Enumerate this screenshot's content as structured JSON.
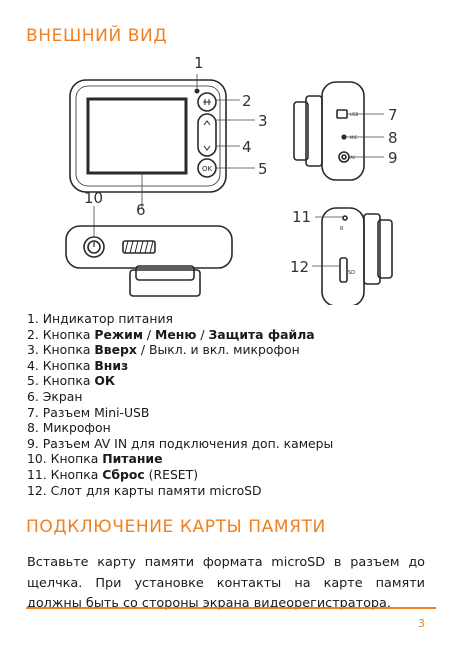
{
  "section1": {
    "title": "ВНЕШНИЙ ВИД"
  },
  "callouts": [
    "1",
    "2",
    "3",
    "4",
    "5",
    "6",
    "7",
    "8",
    "9",
    "10",
    "11",
    "12"
  ],
  "device": {
    "ok_label": "OK",
    "usb_label": "USB",
    "mic_label": "MIC",
    "av_label": "AV",
    "reset_label": "R",
    "sd_label": "SD"
  },
  "legend": [
    {
      "pre": "1. Индикатор питания",
      "bold": "",
      "post": ""
    },
    {
      "pre": "2. Кнопка ",
      "bold": "Режим",
      "post": " / ",
      "bold2": "Меню",
      "post2": " / ",
      "bold3": "Защита файла",
      "post3": ""
    },
    {
      "pre": "3. Кнопка ",
      "bold": "Вверх",
      "post": " / Выкл. и вкл. микрофон"
    },
    {
      "pre": "4. Кнопка ",
      "bold": "Вниз",
      "post": ""
    },
    {
      "pre": "5. Кнопка ",
      "bold": "ОК",
      "post": ""
    },
    {
      "pre": "6. Экран",
      "bold": "",
      "post": ""
    },
    {
      "pre": "7. Разъем Mini-USB",
      "bold": "",
      "post": ""
    },
    {
      "pre": "8. Микрофон",
      "bold": "",
      "post": ""
    },
    {
      "pre": "9. Разъем AV IN для подключения доп. камеры",
      "bold": "",
      "post": ""
    },
    {
      "pre": "10. Кнопка ",
      "bold": "Питание",
      "post": ""
    },
    {
      "pre": "11. Кнопка ",
      "bold": "Сброс",
      "post": " (RESET)"
    },
    {
      "pre": "12. Слот для карты памяти microSD",
      "bold": "",
      "post": ""
    }
  ],
  "section2": {
    "title": "ПОДКЛЮЧЕНИЕ КАРТЫ ПАМЯТИ",
    "text": "Вставьте карту памяти формата microSD в разъем до щелчка. При установке контакты на карте памяти должны быть со стороны экрана видеорегистратора."
  },
  "page_number": "3",
  "colors": {
    "accent": "#f08020",
    "text": "#1a1a1a",
    "device_outline": "#2a2a2a"
  }
}
